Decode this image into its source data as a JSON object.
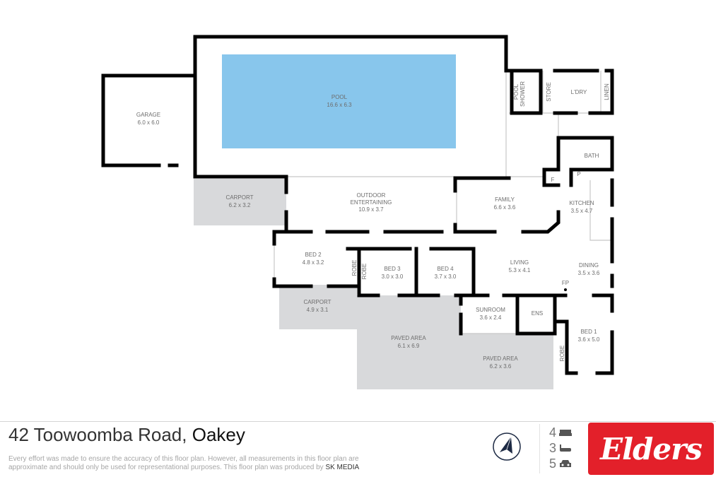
{
  "rooms": {
    "garage": {
      "name": "GARAGE",
      "dims": "6.0 x 6.0"
    },
    "pool": {
      "name": "POOL",
      "dims": "16.6 x 6.3"
    },
    "pool_shower": {
      "line1": "POOL",
      "line2": "SHOWER"
    },
    "store": {
      "name": "STORE"
    },
    "laundry": {
      "name": "L'DRY"
    },
    "linen": {
      "name": "LINEN"
    },
    "bath": {
      "name": "BATH"
    },
    "fridge": {
      "name": "F"
    },
    "pantry": {
      "name": "P"
    },
    "carport1": {
      "name": "CARPORT",
      "dims": "6.2 x 3.2"
    },
    "outdoor": {
      "line1": "OUTDOOR",
      "line2": "ENTERTAINING",
      "dims": "10.9 x 3.7"
    },
    "family": {
      "name": "FAMILY",
      "dims": "6.6 x 3.6"
    },
    "kitchen": {
      "name": "KITCHEN",
      "dims": "3.5 x 4.7"
    },
    "bed2": {
      "name": "BED 2",
      "dims": "4.8 x 3.2"
    },
    "robe2": {
      "name": "ROBE"
    },
    "robe3": {
      "name": "ROBE"
    },
    "bed3": {
      "name": "BED 3",
      "dims": "3.0 x 3.0"
    },
    "bed4": {
      "name": "BED 4",
      "dims": "3.7 x 3.0"
    },
    "living": {
      "name": "LIVING",
      "dims": "5.3 x 4.1"
    },
    "dining": {
      "name": "DINING",
      "dims": "3.5 x 3.6"
    },
    "fireplace": {
      "name": "FP"
    },
    "carport2": {
      "name": "CARPORT",
      "dims": "4.9 x 3.1"
    },
    "sunroom": {
      "name": "SUNROOM",
      "dims": "3.6 x 2.4"
    },
    "ensuite": {
      "name": "ENS"
    },
    "bed1": {
      "name": "BED 1",
      "dims": "3.6 x 5.0"
    },
    "robe1": {
      "name": "ROBE"
    },
    "paved1": {
      "name": "PAVED AREA",
      "dims": "6.1 x 6.9"
    },
    "paved2": {
      "name": "PAVED AREA",
      "dims": "6.2 x 3.6"
    }
  },
  "footer": {
    "street": "42 Toowoomba Road,",
    "suburb": "Oakey",
    "disclaimer": "Every effort was made to ensure the accuracy of this floor plan. However, all measurements in this floor plan are approximate and should only be used for representational purposes. This floor plan was produced by",
    "producer": "SK MEDIA",
    "bedrooms": "4",
    "bathrooms": "3",
    "car_spaces": "5",
    "brand": "Elders"
  },
  "colors": {
    "pool": "#88c6ec",
    "paved": "#d8d9db",
    "brand": "#e3202a"
  }
}
